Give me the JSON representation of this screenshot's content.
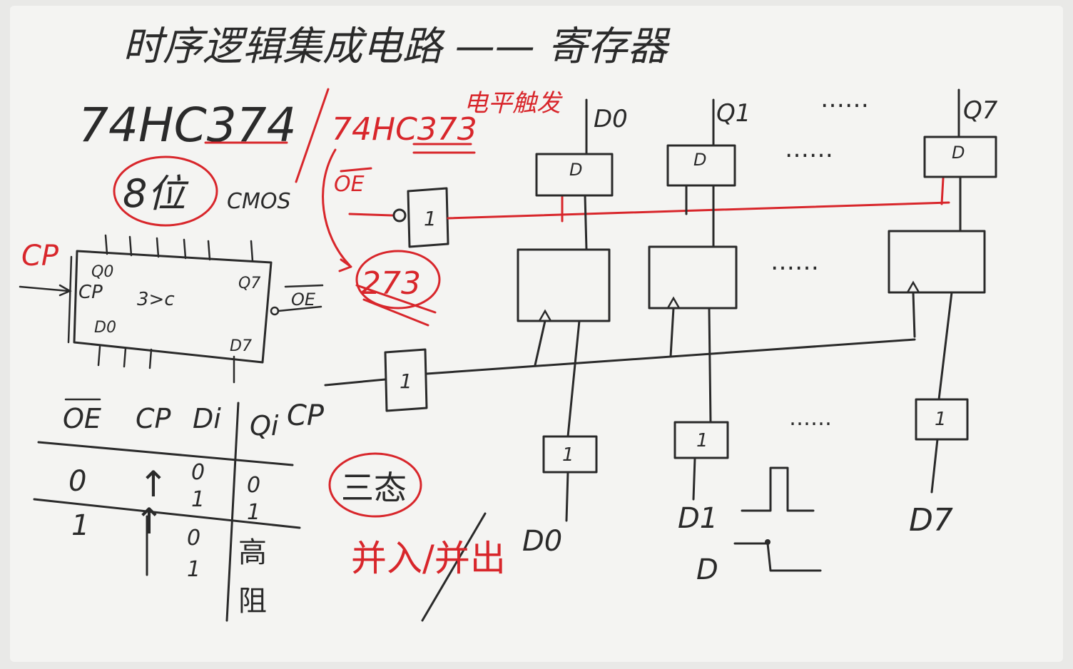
{
  "title": "时序逻辑集成电路 —— 寄存器",
  "chips": {
    "c374": "74HC374",
    "c373": "74HC373",
    "c273": "273",
    "level_trigger": "电平触发",
    "bits": "8位",
    "tech": "CMOS"
  },
  "chip_block": {
    "cp_outside": "CP",
    "q0": "Q0",
    "cp_inside": "CP",
    "func": "3>c",
    "q7": "Q7",
    "oe": "OE",
    "d0": "D0",
    "d7": "D7"
  },
  "truth_table": {
    "headers": [
      "OE",
      "CP",
      "Di",
      "Qi"
    ],
    "rows": [
      {
        "oe": "0",
        "cp": "↑",
        "di": [
          "0",
          "1"
        ],
        "qi": [
          "0",
          "1"
        ]
      },
      {
        "oe": "1",
        "cp": "↑",
        "di": [
          "0",
          "1"
        ],
        "qi": [
          "高",
          "阻"
        ]
      }
    ]
  },
  "circuit": {
    "oe_label": "OE",
    "cp_label": "CP",
    "buffer_label": "1",
    "tristate_box_label": "D",
    "outputs": [
      "D0",
      "Q1",
      "Q7"
    ],
    "inputs": [
      "D0",
      "D1",
      "D7"
    ],
    "d_label": "D",
    "ellipsis": "……"
  },
  "notes": {
    "three_state": "三态",
    "parallel_in_out": "并入/并出"
  },
  "colors": {
    "ink": "#2a2a2a",
    "red": "#d8262b",
    "board": "#f3f3f1"
  }
}
